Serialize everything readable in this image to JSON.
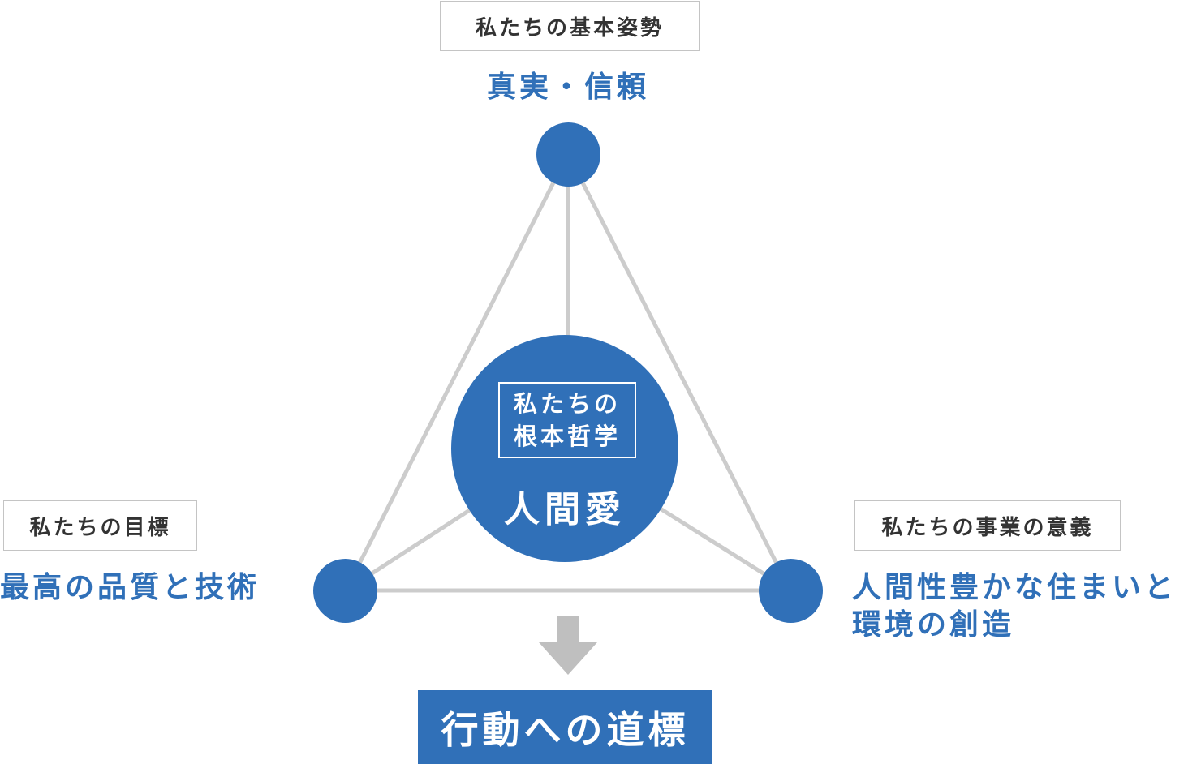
{
  "top": {
    "tag": "私たちの基本姿勢",
    "value": "真実・信頼"
  },
  "left": {
    "tag": "私たちの目標",
    "value": "最高の品質と技術"
  },
  "right": {
    "tag": "私たちの事業の意義",
    "value_line1": "人間性豊かな住まいと",
    "value_line2": "環境の創造"
  },
  "center": {
    "tag_line1": "私たちの",
    "tag_line2": "根本哲学",
    "value": "人間愛"
  },
  "result": "行動への道標",
  "colors": {
    "accent": "#3070b8",
    "line": "#cccccc",
    "arrow": "#bfbfbf",
    "tag_border": "#c4c4c4",
    "tag_text": "#333333"
  }
}
